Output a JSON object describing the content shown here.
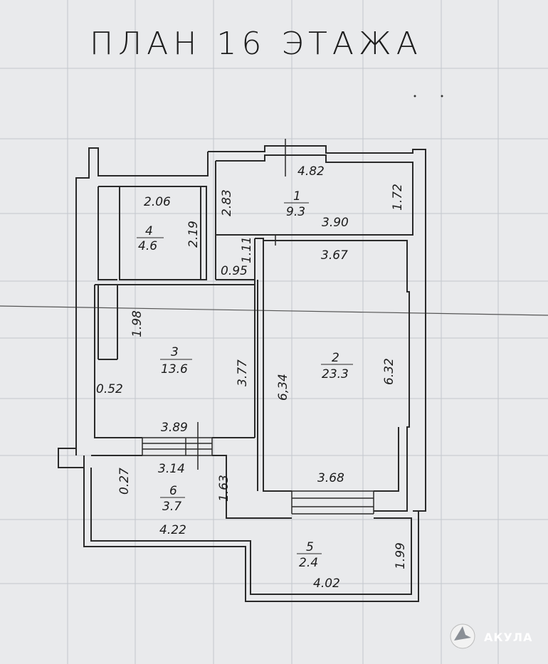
{
  "title": "ПЛАН 16 ЭТАЖА",
  "rooms": [
    {
      "number": "1",
      "area": "9.3"
    },
    {
      "number": "2",
      "area": "23.3"
    },
    {
      "number": "3",
      "area": "13.6"
    },
    {
      "number": "4",
      "area": "4.6"
    },
    {
      "number": "5",
      "area": "2.4"
    },
    {
      "number": "6",
      "area": "3.7"
    }
  ],
  "dimensions": {
    "d482": "4.82",
    "d390": "3.90",
    "d172": "1.72",
    "d283": "2.83",
    "d111": "1.11",
    "d095": "0.95",
    "d206": "2.06",
    "d219": "2.19",
    "d367": "3.67",
    "d198": "1.98",
    "d052": "0.52",
    "d377": "3.77",
    "d634": "6,34",
    "d632": "6.32",
    "d389": "3.89",
    "d314": "3.14",
    "d027": "0.27",
    "d163": "1.63",
    "d368": "3.68",
    "d422": "4.22",
    "d199": "1.99",
    "d402": "4.02"
  },
  "watermark": {
    "brand": "АКУЛА"
  },
  "colors": {
    "paper": "#e9eaec",
    "ink": "#2a2a2a",
    "grid": "#c3c7cd"
  }
}
